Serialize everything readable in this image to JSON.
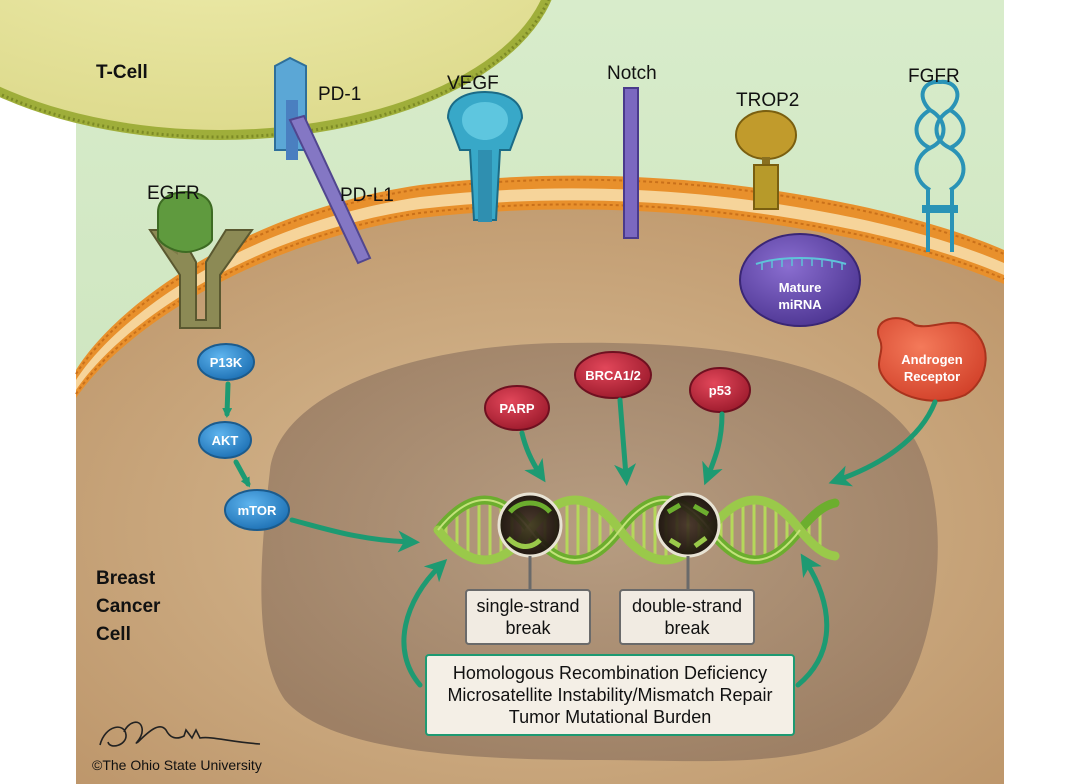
{
  "labels": {
    "t_cell": "T-Cell",
    "cancer_cell_line1": "Breast",
    "cancer_cell_line2": "Cancer",
    "cancer_cell_line3": "Cell",
    "pd1": "PD-1",
    "pdl1": "PD-L1",
    "vegf": "VEGF",
    "notch": "Notch",
    "trop2": "TROP2",
    "fgfr": "FGFR",
    "egfr": "EGFR",
    "mirna_line1": "Mature",
    "mirna_line2": "miRNA",
    "androgen_line1": "Androgen",
    "androgen_line2": "Receptor"
  },
  "pathway": {
    "pi3k": "P13K",
    "akt": "AKT",
    "mtor": "mTOR"
  },
  "nuclear_proteins": {
    "parp": "PARP",
    "brca": "BRCA1/2",
    "p53": "p53"
  },
  "breaks": {
    "single_line1": "single-strand",
    "single_line2": "break",
    "double_line1": "double-strand",
    "double_line2": "break"
  },
  "biomarkers": [
    "Homologous Recombination Deficiency",
    "Microsatellite Instability/Mismatch Repair",
    "Tumor Mutational Burden"
  ],
  "credit": {
    "signature": "A. Baker",
    "copyright": "©The Ohio State University"
  },
  "colors": {
    "arrow": "#1d9a72",
    "membrane": "#e8902c",
    "cytoplasm": "#d2b48a",
    "nucleus": "#a68a6e",
    "extracellular": "#cfe6c2",
    "pathway_node": "#2a86c8",
    "nuclear_protein": "#c0283c"
  }
}
